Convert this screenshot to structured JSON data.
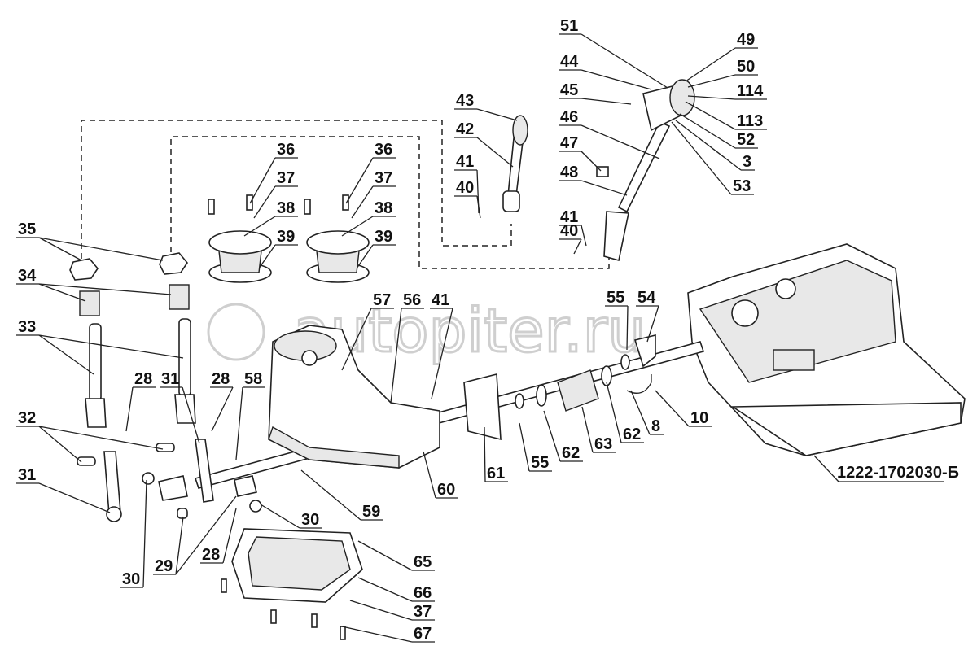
{
  "diagram": {
    "title_code": "1222-1702030-Б",
    "watermark": "autopiter.ru",
    "callouts": [
      "51",
      "49",
      "50",
      "114",
      "113",
      "52",
      "3",
      "53",
      "44",
      "45",
      "46",
      "47",
      "48",
      "41",
      "40",
      "43",
      "42",
      "41",
      "40",
      "36",
      "37",
      "38",
      "39",
      "36",
      "37",
      "38",
      "39",
      "35",
      "34",
      "33",
      "28",
      "31",
      "28",
      "58",
      "32",
      "31",
      "30",
      "29",
      "28",
      "30",
      "59",
      "57",
      "56",
      "41",
      "60",
      "61",
      "55",
      "62",
      "63",
      "62",
      "55",
      "54",
      "8",
      "10",
      "65",
      "66",
      "37",
      "67"
    ]
  }
}
